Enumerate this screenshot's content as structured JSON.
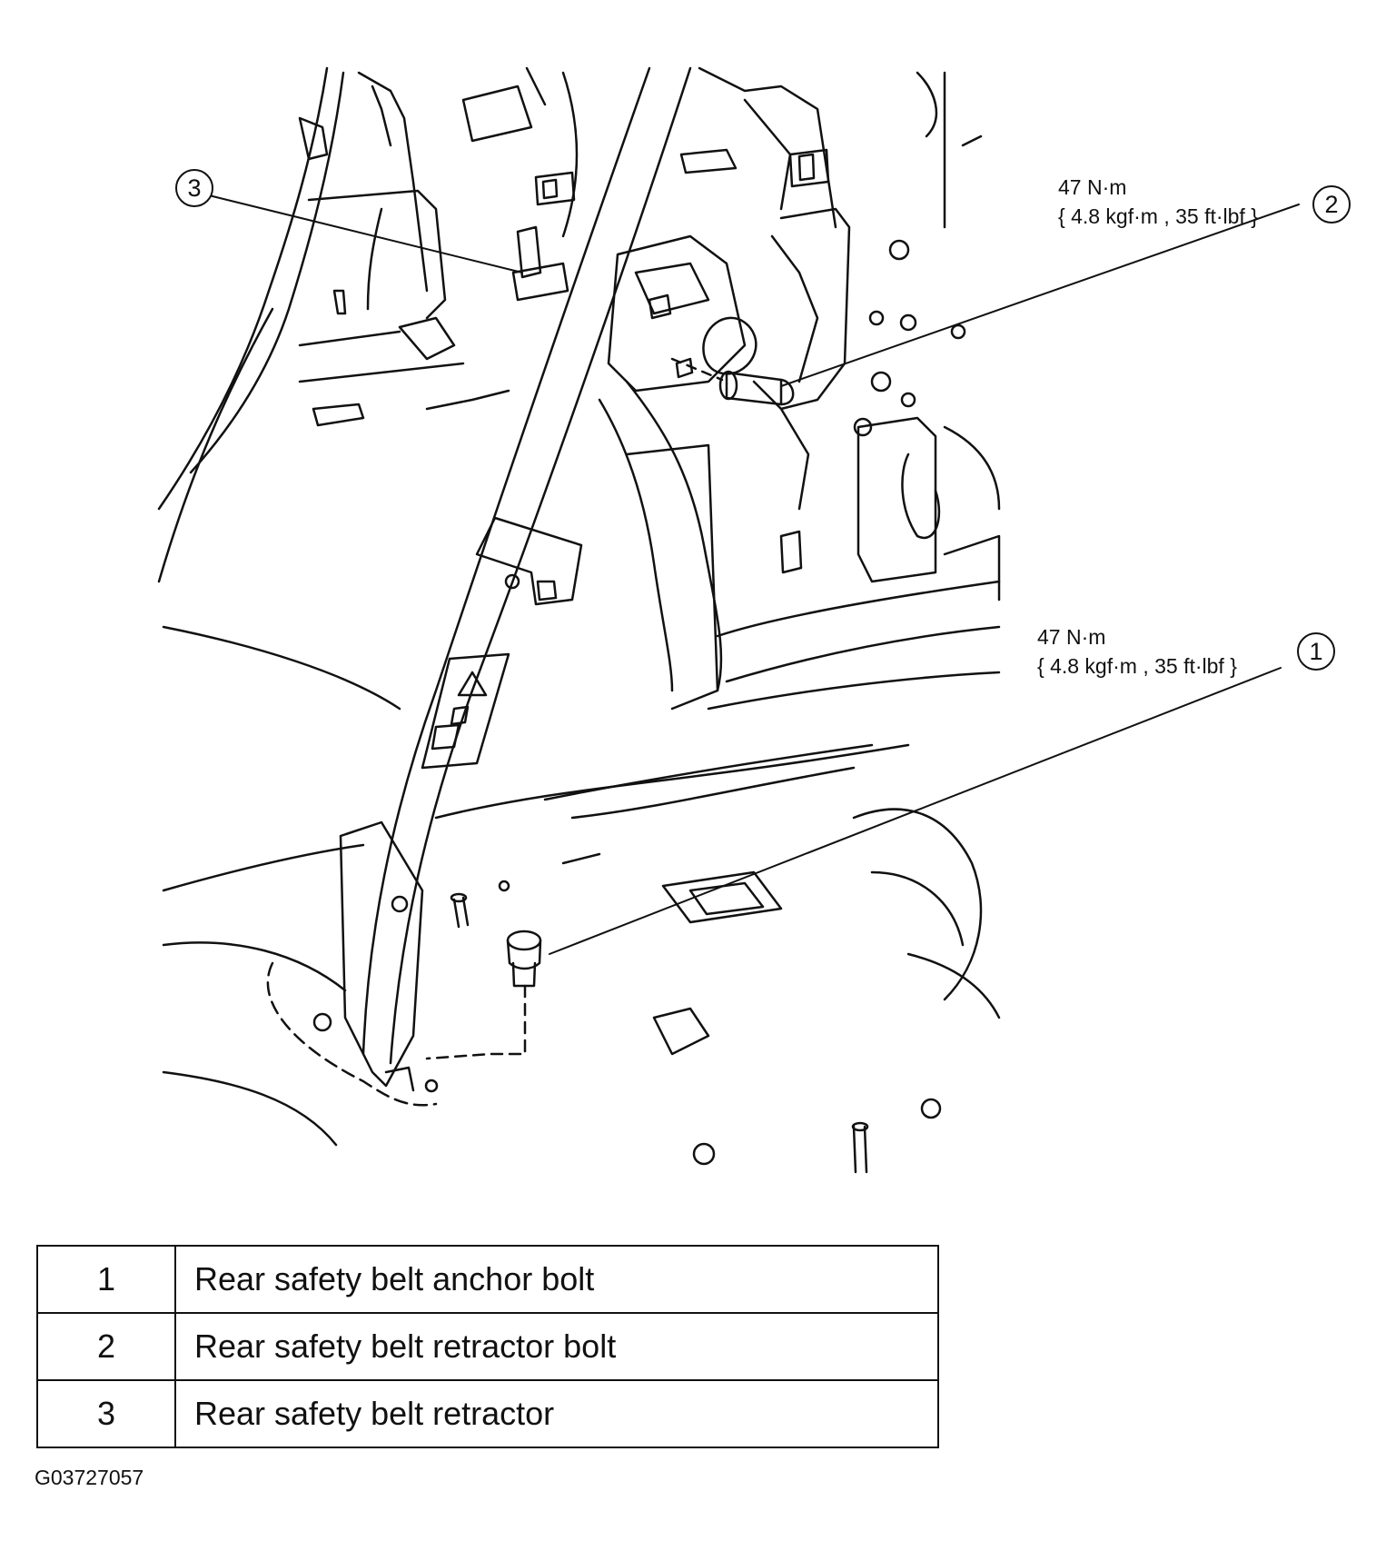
{
  "callouts": [
    {
      "number": "1",
      "torque_line1": "47 N·m",
      "torque_line2": "{ 4.8 kgf·m , 35 ft·lbf }"
    },
    {
      "number": "2",
      "torque_line1": "47 N·m",
      "torque_line2": "{ 4.8 kgf·m , 35 ft·lbf }"
    },
    {
      "number": "3"
    }
  ],
  "legend": [
    {
      "number": "1",
      "description": "Rear safety belt anchor bolt"
    },
    {
      "number": "2",
      "description": "Rear safety belt retractor bolt"
    },
    {
      "number": "3",
      "description": "Rear safety belt retractor"
    }
  ],
  "figure_code": "G03727057",
  "colors": {
    "line": "#111111",
    "background": "#ffffff"
  }
}
